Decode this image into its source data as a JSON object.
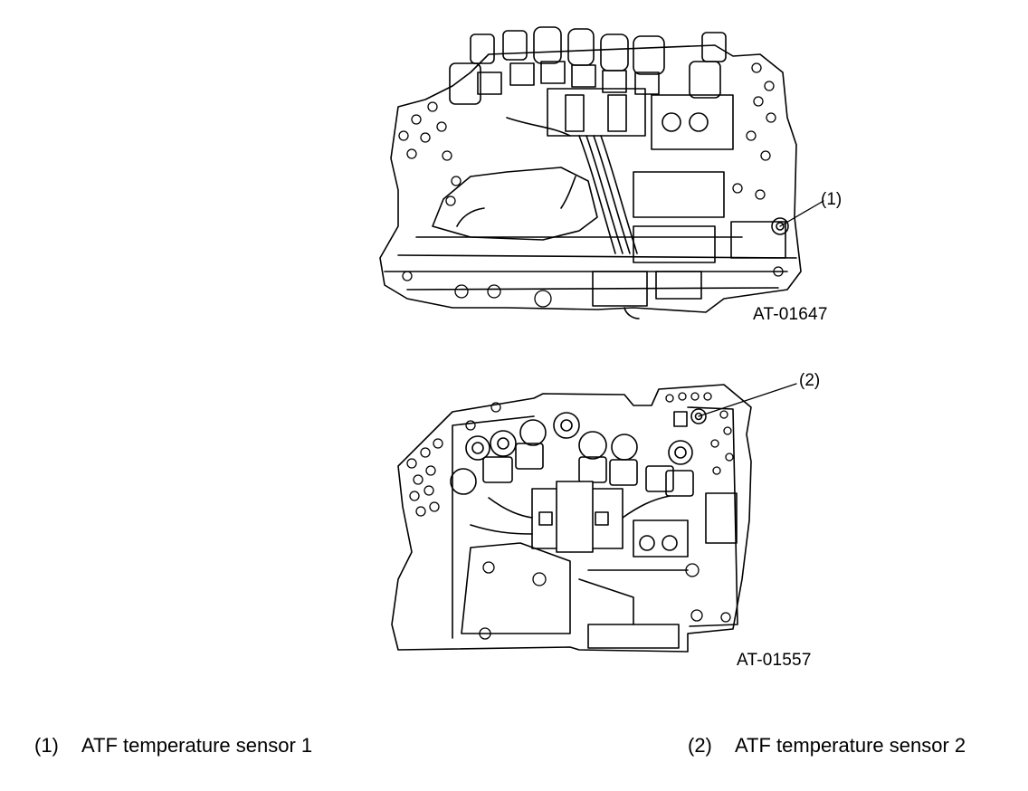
{
  "figures": [
    {
      "id": "AT-01647",
      "callout": "(1)"
    },
    {
      "id": "AT-01557",
      "callout": "(2)"
    }
  ],
  "legend": [
    {
      "num": "(1)",
      "text": "ATF temperature sensor 1"
    },
    {
      "num": "(2)",
      "text": "ATF temperature sensor 2"
    }
  ],
  "colors": {
    "line": "#000000",
    "background": "#ffffff"
  }
}
